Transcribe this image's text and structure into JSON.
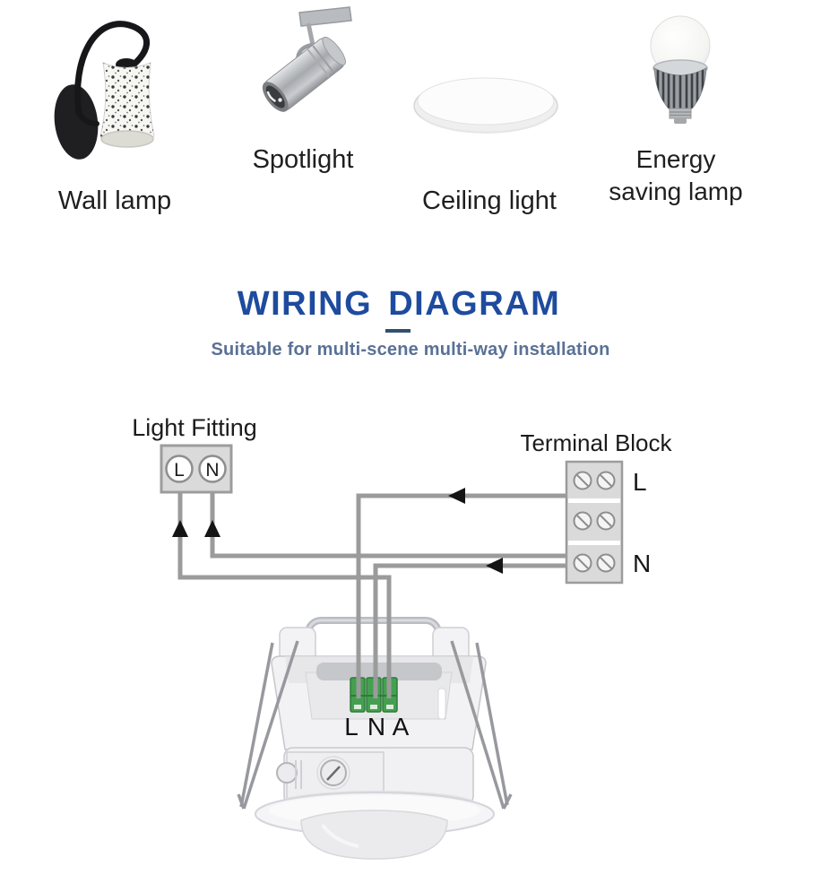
{
  "theme": {
    "title_color": "#1e4b9e",
    "subtitle_color": "#5a7195",
    "underline_color": "#32506e",
    "wire_color": "#9b9b9b",
    "arrow_color": "#141414",
    "text_color": "#1c1c1c",
    "box_fill": "#dadada",
    "box_border": "#9c9c9c",
    "terminal_green": "#44a050"
  },
  "products": [
    {
      "name": "wall-lamp",
      "label": "Wall lamp"
    },
    {
      "name": "spotlight",
      "label": "Spotlight"
    },
    {
      "name": "ceiling-light",
      "label": "Ceiling light"
    },
    {
      "name": "energy-saving-lamp",
      "label": "Energy saving lamp"
    }
  ],
  "heading": {
    "title": "WIRING DIAGRAM",
    "subtitle": "Suitable for multi-scene multi-way installation"
  },
  "diagram": {
    "light_fitting": {
      "label": "Light Fitting",
      "terminals": [
        "L",
        "N"
      ]
    },
    "terminal_block": {
      "label": "Terminal Block",
      "row_labels": [
        "L",
        "N"
      ]
    },
    "sensor": {
      "terminals": [
        "L",
        "N",
        "A"
      ]
    }
  }
}
